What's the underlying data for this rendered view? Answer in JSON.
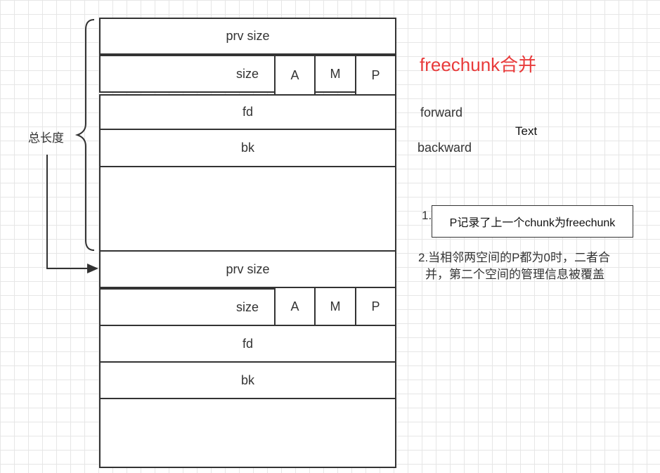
{
  "title": "freechunk合并",
  "chunk1": {
    "prv_size": "prv  size",
    "size": "size",
    "flags": [
      "A",
      "M",
      "P"
    ],
    "fd": "fd",
    "bk": "bk"
  },
  "chunk2": {
    "prv_size": "prv  size",
    "size": "size",
    "flags": [
      "A",
      "M",
      "P"
    ],
    "fd": "fd",
    "bk": "bk"
  },
  "labels": {
    "forward": "forward",
    "backward": "backward",
    "text": "Text",
    "total_length": "总长度"
  },
  "notes": {
    "n1_prefix": "1.",
    "n1_box": "P记录了上一个chunk为freechunk",
    "n2_line1": "2.当相邻两空间的P都为0时，二者合",
    "n2_line2": "并，第二个空间的管理信息被覆盖"
  },
  "colors": {
    "title": "#e83a3a",
    "stroke": "#333333",
    "grid": "#e6e6e6"
  }
}
